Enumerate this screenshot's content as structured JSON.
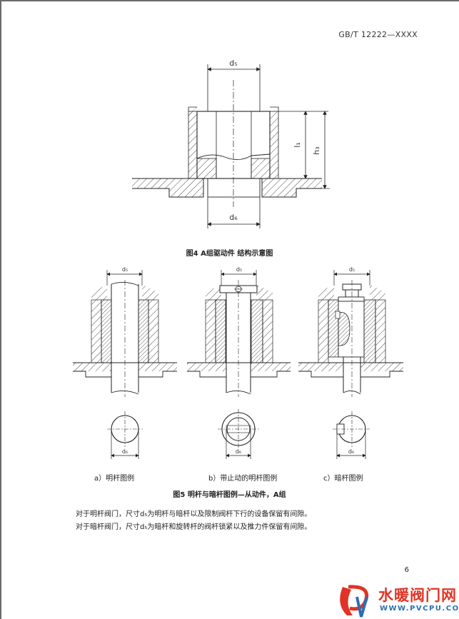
{
  "header": {
    "doc_code": "GB/T 12222—XXXX"
  },
  "figure4": {
    "caption": "图4  A组驱动件 结构示意图",
    "dim_top": "d₅",
    "dim_bottom": "d₆",
    "dim_l1": "l₁",
    "dim_h3": "h₃"
  },
  "figure5": {
    "caption": "图5  明杆与暗杆图例—从动件，A组",
    "sub_a": "a）明杆图例",
    "sub_b": "b）带止动的明杆图例",
    "sub_c": "c）暗杆图例",
    "dim_top": "d₅",
    "dim_bottom": "d₆"
  },
  "body": {
    "para1": "对于明杆阀门，尺寸d₅为明杆与暗杆以及限制阀杆下行的设备保留有间隙。",
    "para2": "对于暗杆阀门，尺寸d₅为暗杆和旋转杆的阀杆锁紧以及推力件保留有间隙。"
  },
  "footer": {
    "page_number": "6"
  },
  "watermark": {
    "cn": "水暖阀门网",
    "en": "WWW.PVCPU.COM"
  }
}
